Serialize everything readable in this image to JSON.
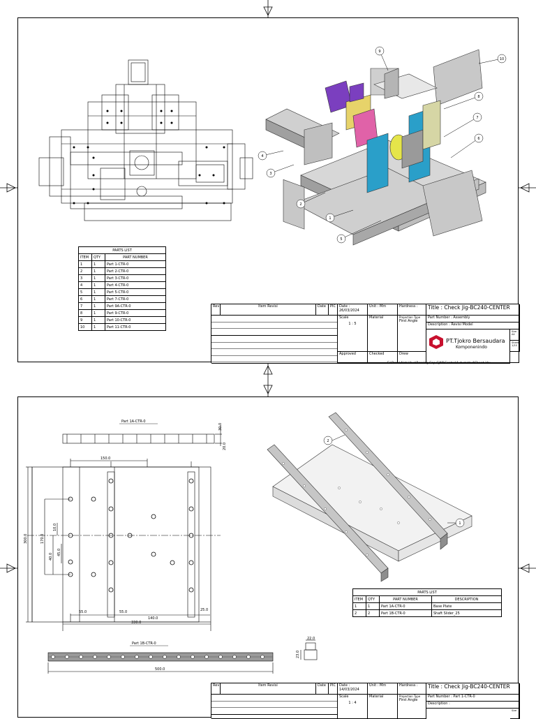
{
  "sheet1": {
    "balloons": [
      "9",
      "10",
      "8",
      "7",
      "6",
      "4",
      "3",
      "2",
      "1",
      "5"
    ],
    "parts_list": {
      "title": "PARTS LIST",
      "headers": [
        "ITEM",
        "QTY",
        "PART NUMBER"
      ],
      "rows": [
        [
          "1",
          "1",
          "Part 1-CTR-0"
        ],
        [
          "2",
          "1",
          "Part 2-CTR-0"
        ],
        [
          "3",
          "1",
          "Part 3-CTR-0"
        ],
        [
          "4",
          "1",
          "Part 4-CTR-0"
        ],
        [
          "5",
          "1",
          "Part 5-CTR-0"
        ],
        [
          "6",
          "1",
          "Part 7-CTR-0"
        ],
        [
          "7",
          "1",
          "Part 9A-CTR-0"
        ],
        [
          "8",
          "1",
          "Part 9-CTR-0"
        ],
        [
          "9",
          "1",
          "Part 10-CTR-0"
        ],
        [
          "10",
          "1",
          "Part 11-CTR-0"
        ]
      ]
    },
    "title_block": {
      "rev": "Rev",
      "item_revisi": "Item Revisi",
      "date": "Date",
      "pic": "PIC",
      "date_value": "Date : 26/03/2024",
      "unit": "Unit : Mm",
      "hardness": "Hardness :",
      "title": "Title : Check Jig-BC240-CENTER",
      "scale_label": "Scale",
      "scale_value": "1 : 5",
      "material": "Material",
      "projection_label": "Projection Type",
      "projection_value": "First Angle",
      "part_number": "Part Number : Assembly",
      "description": "Description : Revisi Model",
      "company_line1": "PT.Tjokro Bersaudara",
      "company_line2": "Komponenindo",
      "approved": "Approved",
      "checked": "Checked",
      "drew": "Drew",
      "size_label": "Size",
      "size_value": "A4",
      "sheet_label": "Sheet",
      "sheet_value": "1/10"
    },
    "file_path": "E:\\Drew\\Alat Ukur\\Bearing Cap CJ40\\Center\\Autumated\\Sheet.idw"
  },
  "sheet2": {
    "view_label_top": "Part 1A-CTR-0",
    "view_label_bottom": "Part 1B-CTR-0",
    "dims": {
      "d150": "150.0",
      "d30": "30.0",
      "d20": "20.0",
      "d300": "300.0",
      "d170": "170.0",
      "d10": "10.0",
      "d40": "40.0",
      "d45": "45.0",
      "d55a": "55.0",
      "d55b": "55.0",
      "d140": "140.0",
      "d25": "25.0",
      "d330": "330.0",
      "d500": "500.0",
      "d22": "22.0",
      "d23": "23.0"
    },
    "balloons": [
      "2",
      "1"
    ],
    "parts_list": {
      "title": "PARTS LIST",
      "headers": [
        "ITEM",
        "QTY",
        "PART NUMBER",
        "DESCRIPTION"
      ],
      "rows": [
        [
          "1",
          "1",
          "Part 1A-CTR-0",
          "Base Plate"
        ],
        [
          "2",
          "2",
          "Part 1B-CTR-0",
          "Shaft Slider_25"
        ]
      ]
    },
    "title_block": {
      "rev": "Rev",
      "item_revisi": "Item Revisi",
      "date": "Date",
      "pic": "PIC",
      "date_value": "Date : 14/03/2024",
      "unit": "Unit : Mm",
      "hardness": "Hardness :",
      "title": "Title : Check Jig-BC240-CENTER",
      "scale_label": "Scale",
      "scale_value": "1 : 4",
      "material": "Material",
      "projection_label": "Projection Type",
      "projection_value": "First Angle",
      "part_number": "Part Number : Part 1-CTR-0",
      "description": "Description :",
      "size_label": "Size"
    }
  }
}
